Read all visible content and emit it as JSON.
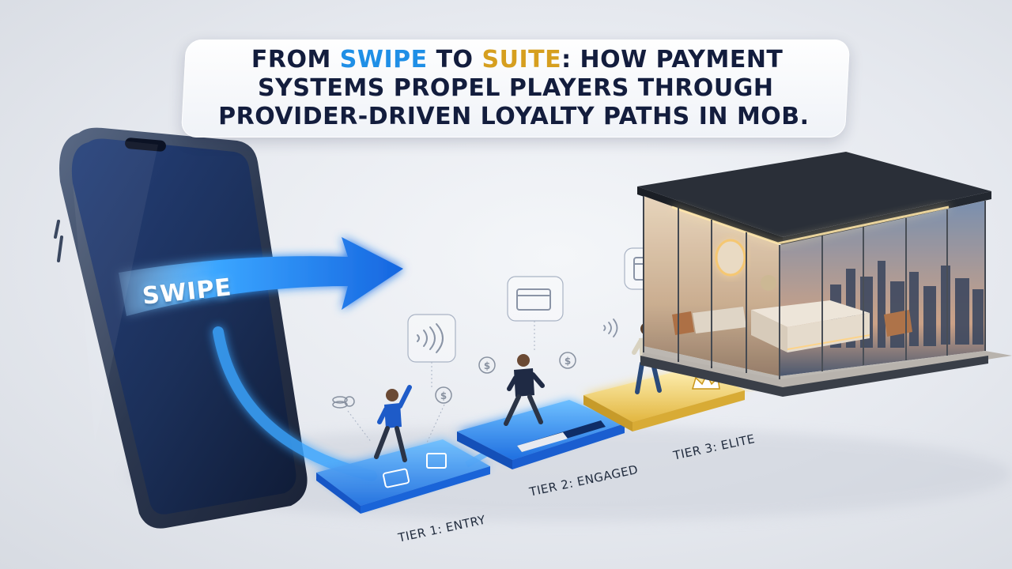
{
  "title": {
    "line1_part1": "FROM ",
    "line1_swipe": "SWIPE",
    "line1_part2": " TO ",
    "line1_suite": "SUITE",
    "line1_part3": ": HOW PAYMENT",
    "line2": "SYSTEMS PROPEL PLAYERS THROUGH",
    "line3": "PROVIDER-DRIVEN LOYALTY PATHS IN MOB."
  },
  "swipe_label": "SWIPE",
  "tiers": [
    {
      "label": "TIER 1: ENTRY"
    },
    {
      "label": "TIER 2: ENGAGED"
    },
    {
      "label": "TIER 3: ELITE"
    }
  ],
  "colors": {
    "title_text": "#131d3d",
    "swipe_blue": "#1f8fe6",
    "suite_gold": "#d69f1f",
    "tier_blue": "#2f8cf2",
    "tier_gold": "#e7c04a",
    "phone_screen": "#1b2f58"
  },
  "icons": [
    "dollar-coin-icon",
    "credit-card-icon",
    "contactless-icon",
    "crown-icon",
    "wallet-icon",
    "gift-box-icon"
  ]
}
